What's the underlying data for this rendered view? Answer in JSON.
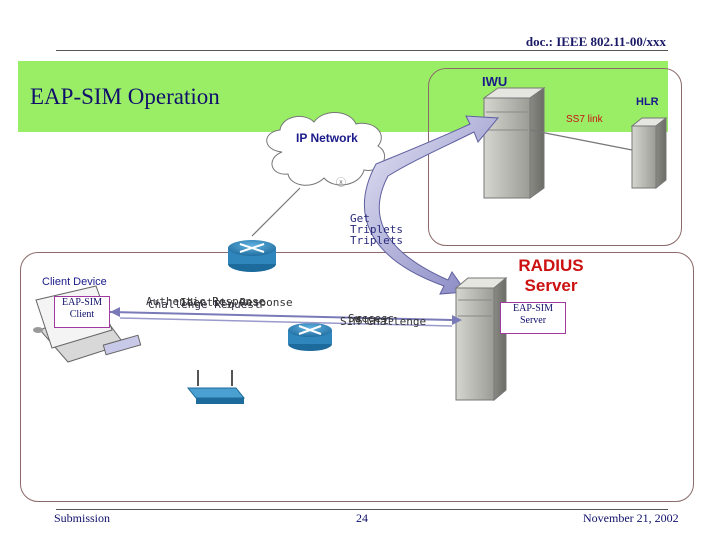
{
  "header": {
    "doc_id": "doc.: IEEE 802.11-00/xxx",
    "title": "EAP-SIM Operation"
  },
  "nodes": {
    "iwu": "IWU",
    "hlr": "HLR",
    "ss7_link": "SS7 link",
    "ip_network": "IP Network",
    "client_device": "Client Device",
    "client_box": [
      "EAP-SIM",
      "Client"
    ],
    "radius_server": [
      "RADIUS",
      "Server"
    ],
    "server_box": [
      "EAP-SIM",
      "Server"
    ]
  },
  "messages": {
    "get_triplets": [
      "Get",
      "Triplets",
      "Triplets"
    ],
    "client_overlap": [
      "Authentic Response",
      "Challenge Request",
      "Identity Response"
    ],
    "server_overlap": [
      "SIM Challenge",
      "Success",
      "Start"
    ]
  },
  "footer": {
    "left": "Submission",
    "page": "24",
    "date": "November 21, 2002"
  },
  "colors": {
    "title_band": "#99ee66",
    "radius_label": "#cc1111",
    "arrow": "#7a7ab8"
  }
}
